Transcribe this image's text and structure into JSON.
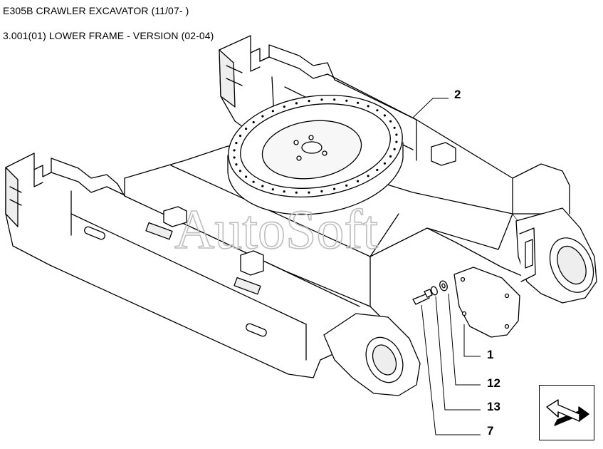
{
  "header": {
    "model_title": "E305B CRAWLER EXCAVATOR (11/07- )",
    "section_title": "3.001(01) LOWER FRAME - VERSION (02-04)"
  },
  "watermark": "AutoSoft",
  "callouts": [
    {
      "id": "2",
      "label": "2"
    },
    {
      "id": "1",
      "label": "1"
    },
    {
      "id": "12",
      "label": "12"
    },
    {
      "id": "13",
      "label": "13"
    },
    {
      "id": "7",
      "label": "7"
    }
  ],
  "icons": {
    "nav": "return-arrow-icon"
  }
}
